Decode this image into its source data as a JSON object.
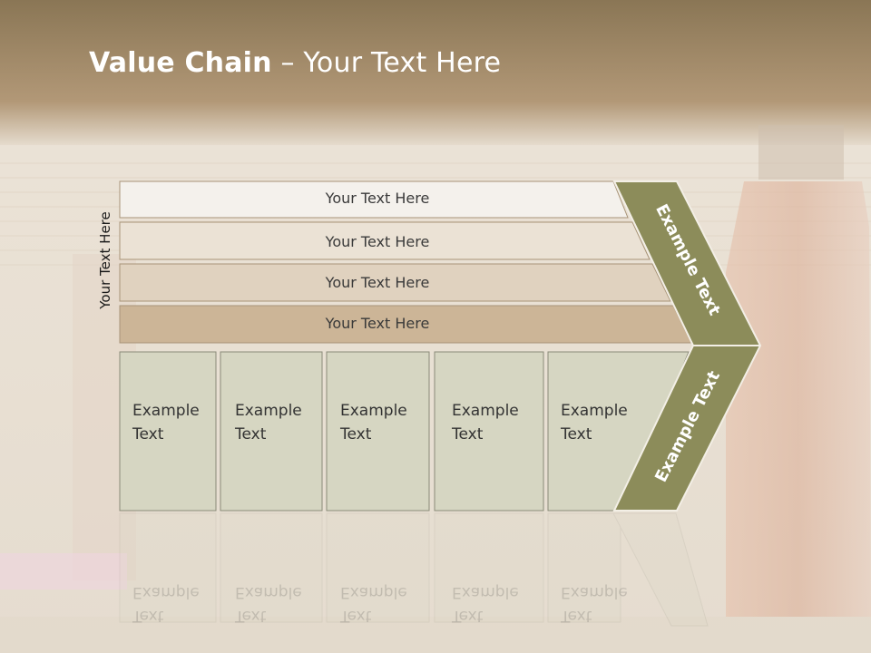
{
  "title": {
    "bold": "Value Chain",
    "rest": " – Your Text Here"
  },
  "side_label": "Your Text Here",
  "rows": [
    {
      "label": "Your Text Here",
      "fill": "#f4f1ec"
    },
    {
      "label": "Your Text Here",
      "fill": "#ebe2d5"
    },
    {
      "label": "Your Text Here",
      "fill": "#e0d2bf"
    },
    {
      "label": "Your Text Here",
      "fill": "#ccb597"
    }
  ],
  "boxes": [
    {
      "line1": "Example",
      "line2": "Text"
    },
    {
      "line1": "Example",
      "line2": "Text"
    },
    {
      "line1": "Example",
      "line2": "Text"
    },
    {
      "line1": "Example",
      "line2": "Text"
    },
    {
      "line1": "Example",
      "line2": "Text"
    }
  ],
  "chevron": {
    "upper": "Example Text",
    "lower": "Example Text"
  },
  "colors": {
    "chevron": "#8c8c5a",
    "box": "#d6d6c2",
    "header_band": "#a88e6a",
    "background": "#e7ddd0"
  }
}
